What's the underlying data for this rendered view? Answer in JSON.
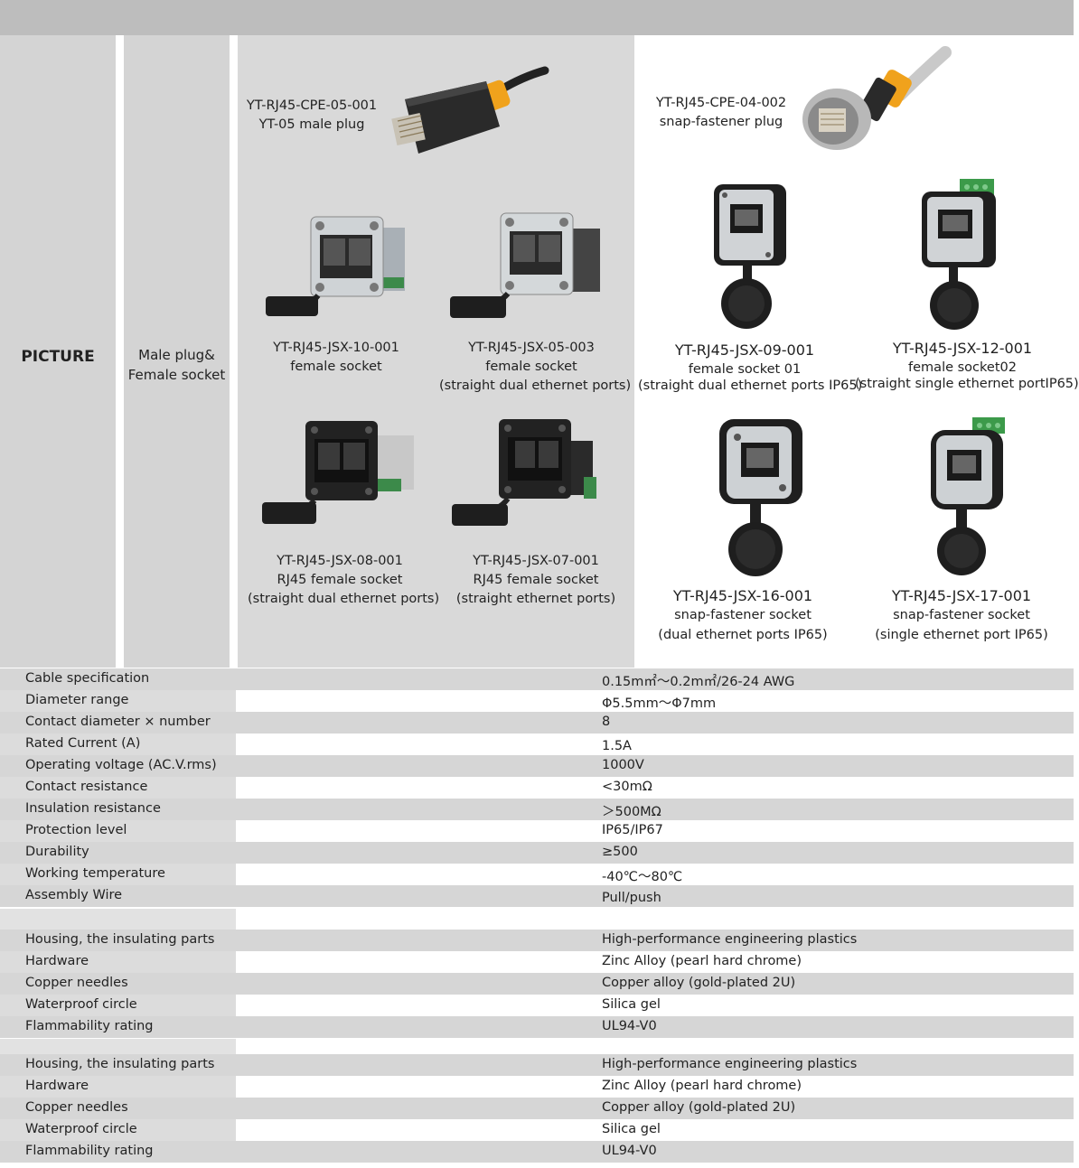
{
  "picture_section": {
    "label": "PICTURE",
    "description_lines": [
      "Male plug&",
      "Female socket"
    ],
    "products": [
      {
        "id": "p1",
        "code": "YT-RJ45-CPE-05-001",
        "lines": [
          "YT-05  male plug"
        ],
        "icon": "rj45-male-plug-yellow-ring"
      },
      {
        "id": "p2",
        "code": "YT-RJ45-CPE-04-002",
        "lines": [
          "snap-fastener plug"
        ],
        "icon": "rj45-metal-plug"
      },
      {
        "id": "p3",
        "code": "YT-RJ45-JSX-10-001",
        "lines": [
          "female socket"
        ],
        "icon": "rj45-panel-socket-metal"
      },
      {
        "id": "p4",
        "code": "YT-RJ45-JSX-05-003",
        "lines": [
          "female socket",
          "(straight dual ethernet ports)"
        ],
        "icon": "rj45-panel-socket-metal"
      },
      {
        "id": "p5",
        "code": "YT-RJ45-JSX-09-001",
        "lines": [
          "female socket 01",
          "(straight dual ethernet ports IP65)"
        ],
        "icon": "rj45-d-type-socket"
      },
      {
        "id": "p6",
        "code": "YT-RJ45-JSX-12-001",
        "lines": [
          "female socket02",
          "(straight single ethernet portIP65)"
        ],
        "icon": "rj45-d-type-socket-terminal"
      },
      {
        "id": "p7",
        "code": "YT-RJ45-JSX-08-001",
        "lines": [
          "RJ45 female socket",
          "(straight dual ethernet ports)"
        ],
        "icon": "rj45-panel-socket-black"
      },
      {
        "id": "p8",
        "code": "YT-RJ45-JSX-07-001",
        "lines": [
          "RJ45 female socket",
          "(straight ethernet ports)"
        ],
        "icon": "rj45-panel-socket-black"
      },
      {
        "id": "p9",
        "code": "YT-RJ45-JSX-16-001",
        "lines": [
          "snap-fastener socket",
          "(dual ethernet ports IP65)"
        ],
        "icon": "rj45-snap-socket"
      },
      {
        "id": "p10",
        "code": "YT-RJ45-JSX-17-001",
        "lines": [
          "snap-fastener socket",
          "(single ethernet port IP65)"
        ],
        "icon": "rj45-snap-socket-terminal"
      }
    ]
  },
  "specs": [
    {
      "label": "Cable specification",
      "value": "0.15m㎡～0.2m㎡/26-24 AWG"
    },
    {
      "label": "Diameter range",
      "value": "Φ5.5mm～Φ7mm"
    },
    {
      "label": "Contact diameter × number",
      "value": "8"
    },
    {
      "label": "Rated Current (A)",
      "value": "1.5A"
    },
    {
      "label": "Operating voltage (AC.V.rms)",
      "value": "1000V"
    },
    {
      "label": "Contact resistance",
      "value": "<30mΩ"
    },
    {
      "label": "Insulation resistance",
      "value": "＞500MΩ"
    },
    {
      "label": "Protection level",
      "value": "IP65/IP67"
    },
    {
      "label": "Durability",
      "value": "≥500"
    },
    {
      "label": "Working temperature",
      "value": "-40℃～80℃"
    },
    {
      "label": "Assembly Wire",
      "value": "Pull/push"
    }
  ],
  "materials_1": [
    {
      "label": "Housing, the insulating parts",
      "value": "High-performance engineering plastics"
    },
    {
      "label": "Hardware",
      "value": "Zinc Alloy (pearl hard chrome)"
    },
    {
      "label": "Copper needles",
      "value": "Copper alloy (gold-plated 2U)"
    },
    {
      "label": "Waterproof circle",
      "value": "Silica gel"
    },
    {
      "label": "Flammability rating",
      "value": "UL94-V0"
    }
  ],
  "materials_2": [
    {
      "label": "Housing, the insulating parts",
      "value": "High-performance engineering plastics"
    },
    {
      "label": "Hardware",
      "value": "Zinc Alloy (pearl hard chrome)"
    },
    {
      "label": "Copper needles",
      "value": "Copper alloy (gold-plated 2U)"
    },
    {
      "label": "Waterproof circle",
      "value": "Silica gel"
    },
    {
      "label": "Flammability rating",
      "value": "UL94-V0"
    }
  ],
  "colors": {
    "header_bar": "#bdbdbd",
    "row_gray": "#d6d6d6",
    "accent_ring": "#f0a21c"
  }
}
